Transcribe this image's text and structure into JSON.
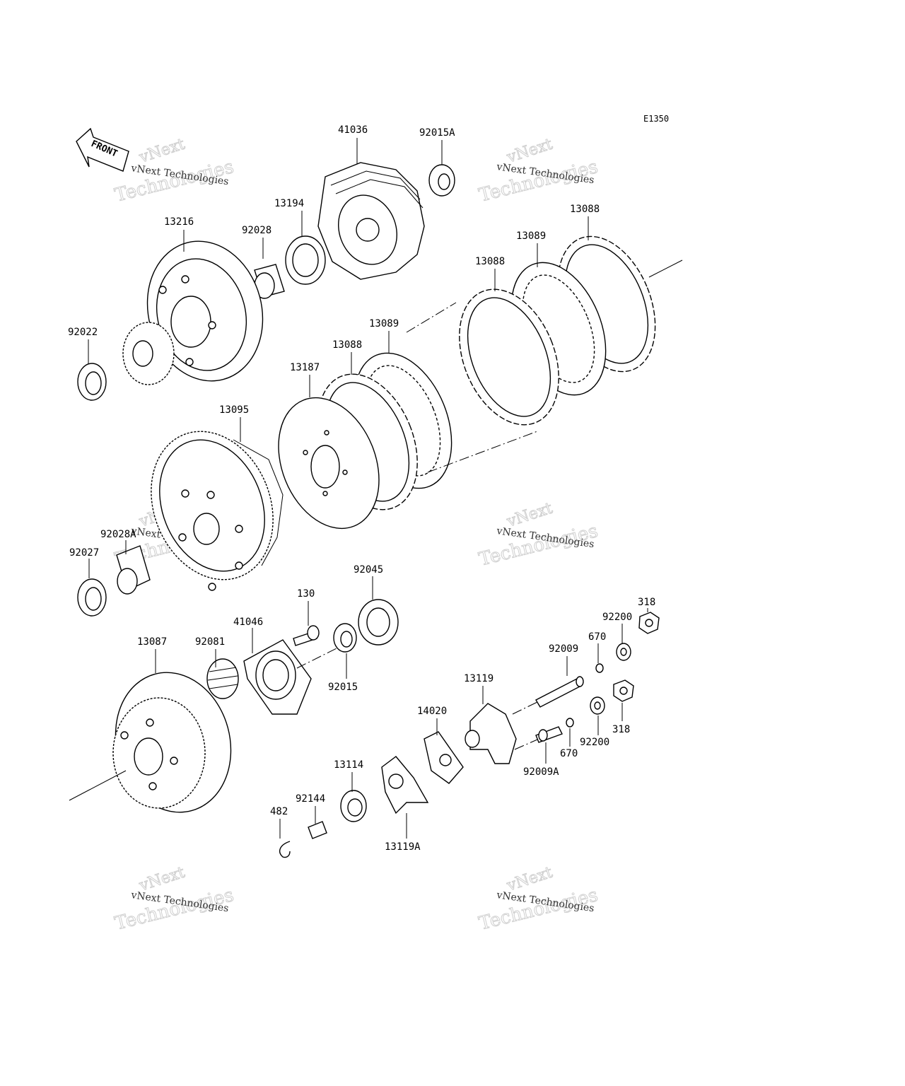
{
  "diagram_code": "E1350",
  "front_label": "FRONT",
  "watermark": {
    "line1": "vNext Technologies",
    "line2": "Technologies",
    "line3": "vNext"
  },
  "labels": {
    "p41036": "41036",
    "p92015A": "92015A",
    "p13216": "13216",
    "p92028": "92028",
    "p13194": "13194",
    "p13088_top": "13088",
    "p13089_top": "13089",
    "p13088_mid": "13088",
    "p92022": "92022",
    "p13089_mid": "13089",
    "p13088_low": "13088",
    "p13187": "13187",
    "p13095": "13095",
    "p92028A": "92028A",
    "p92027": "92027",
    "p92045": "92045",
    "p130": "130",
    "p41046": "41046",
    "p13087": "13087",
    "p92081": "92081",
    "p92015": "92015",
    "p318_top": "318",
    "p92200_top": "92200",
    "p670_top": "670",
    "p92009": "92009",
    "p13119": "13119",
    "p14020": "14020",
    "p318_low": "318",
    "p92200_low": "92200",
    "p670_low": "670",
    "p92009A": "92009A",
    "p13114": "13114",
    "p92144": "92144",
    "p482": "482",
    "p13119A": "13119A"
  }
}
